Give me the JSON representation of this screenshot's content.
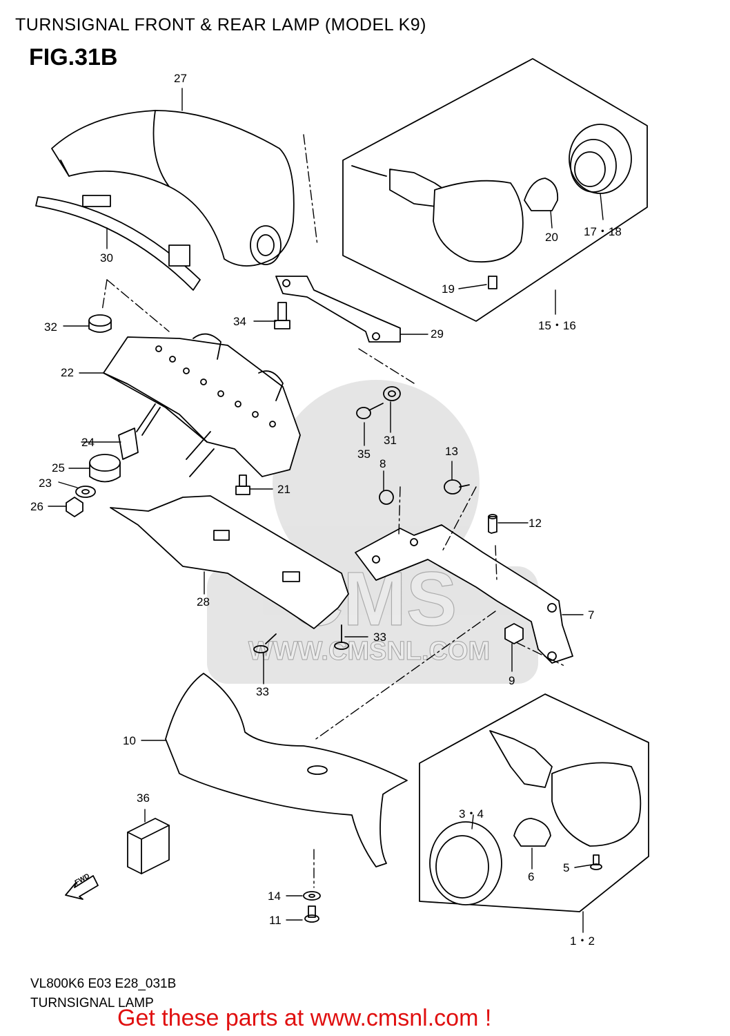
{
  "header": {
    "title": "TURNSIGNAL FRONT & REAR LAMP (MODEL K9)",
    "figure": "FIG.31B"
  },
  "footer": {
    "code": "VL800K6 E03 E28_031B",
    "caption": "TURNSIGNAL LAMP",
    "banner": "Get these parts at www.cmsnl.com !"
  },
  "watermark": {
    "text_main": "CMS",
    "text_url": "WWW.CMSNL.COM"
  },
  "parts": [
    {
      "key": "p27",
      "label": "27"
    },
    {
      "key": "p30",
      "label": "30"
    },
    {
      "key": "p32",
      "label": "32"
    },
    {
      "key": "p34",
      "label": "34"
    },
    {
      "key": "p29",
      "label": "29"
    },
    {
      "key": "p22",
      "label": "22"
    },
    {
      "key": "p24",
      "label": "24"
    },
    {
      "key": "p25",
      "label": "25"
    },
    {
      "key": "p23",
      "label": "23"
    },
    {
      "key": "p26",
      "label": "26"
    },
    {
      "key": "p21",
      "label": "21"
    },
    {
      "key": "p28",
      "label": "28"
    },
    {
      "key": "p35",
      "label": "35"
    },
    {
      "key": "p31",
      "label": "31"
    },
    {
      "key": "p8",
      "label": "8"
    },
    {
      "key": "p13",
      "label": "13"
    },
    {
      "key": "p12",
      "label": "12"
    },
    {
      "key": "p7",
      "label": "7"
    },
    {
      "key": "p9",
      "label": "9"
    },
    {
      "key": "p33a",
      "label": "33"
    },
    {
      "key": "p33b",
      "label": "33"
    },
    {
      "key": "p10",
      "label": "10"
    },
    {
      "key": "p36",
      "label": "36"
    },
    {
      "key": "p14",
      "label": "14"
    },
    {
      "key": "p11",
      "label": "11"
    },
    {
      "key": "p19",
      "label": "19"
    },
    {
      "key": "p20",
      "label": "20"
    },
    {
      "key": "p1718",
      "label": "17・18"
    },
    {
      "key": "p1516",
      "label": "15・16"
    },
    {
      "key": "p34b",
      "label": "3・4"
    },
    {
      "key": "p6",
      "label": "6"
    },
    {
      "key": "p5",
      "label": "5"
    },
    {
      "key": "p12b",
      "label": "1・2"
    }
  ],
  "fwd_label": "FWD",
  "colors": {
    "ink": "#000000",
    "banner": "#e01010",
    "watermark": "#000000"
  }
}
